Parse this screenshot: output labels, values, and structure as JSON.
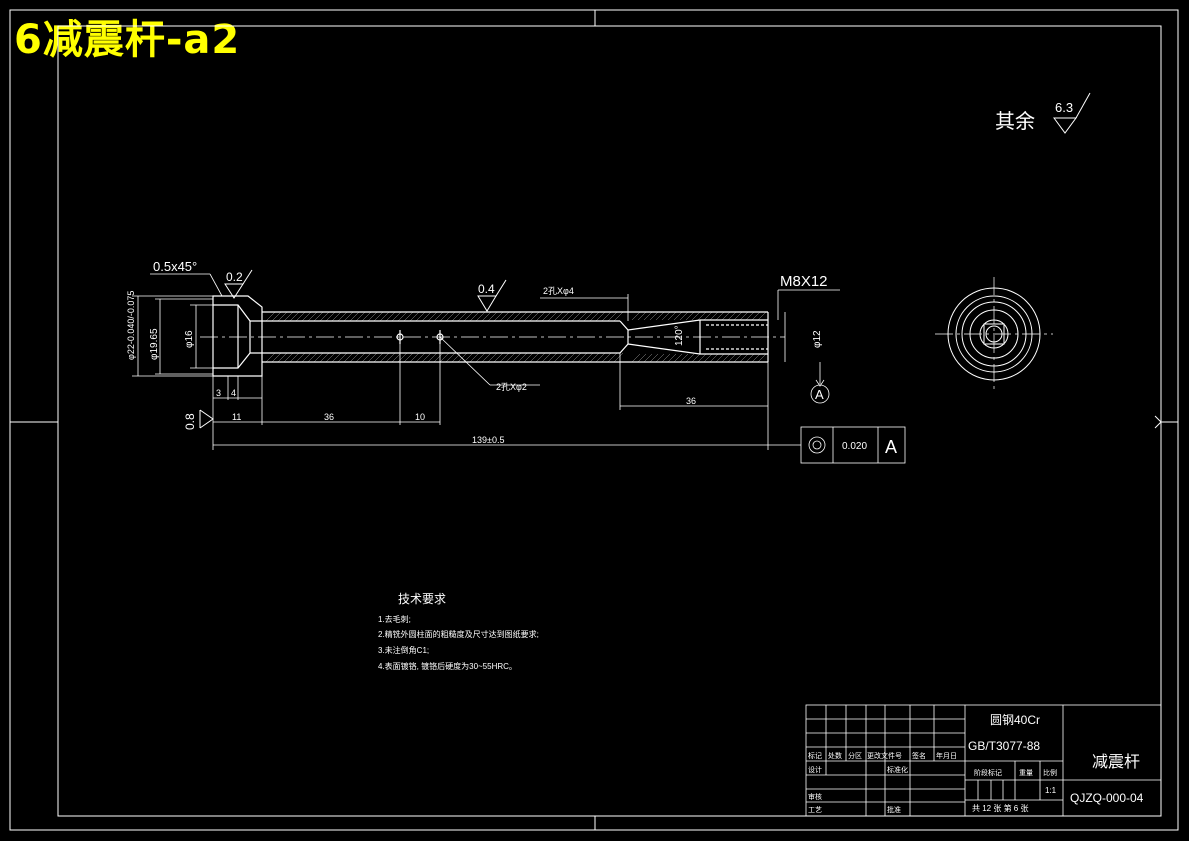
{
  "overlay_title": "6减震杆-a2",
  "surface_roughness": {
    "rest_label": "其余",
    "rest_value": "6.3"
  },
  "dimensions": {
    "chamfer": "0.5x45°",
    "roughness_top_left": "0.2",
    "roughness_mid": "0.4",
    "roughness_left": "0.8",
    "dia_outer": "φ22-0.040/-0.075",
    "dia_1965": "φ19.65",
    "dia_16": "φ16",
    "dia_12": "φ12",
    "holes_top": "2孔Xφ4",
    "holes_bottom": "2孔Xφ2",
    "angle": "120°",
    "thread": "M8X12",
    "d3": "3",
    "d4": "4",
    "d11": "11",
    "d36a": "36",
    "d10": "10",
    "d36b": "36",
    "length_total": "139±0.5",
    "datum": "A"
  },
  "tolerance_frame": {
    "symbol": "◎",
    "value": "0.020",
    "datum": "A"
  },
  "tech_requirements": {
    "title": "技术要求",
    "items": [
      "1.去毛刺;",
      "2.精铣外圆柱面的粗糙度及尺寸达到图纸要求;",
      "3.未注倒角C1;",
      "4.表面镀铬, 镀铬后硬度为30~55HRC。"
    ]
  },
  "title_block": {
    "material": "圆钢40Cr",
    "standard": "GB/T3077-88",
    "part_name": "减震杆",
    "drawing_no": "QJZQ-000-04",
    "sheet_info": "共 12 张  第 6 张",
    "scale": "1:1",
    "headers": [
      "标记",
      "处数",
      "分区",
      "更改文件号",
      "签名",
      "年月日"
    ],
    "row_design": "设计",
    "row_standard": "标准化",
    "row_review": "审核",
    "row_process": "工艺",
    "row_approve": "批准",
    "stage_label": "阶段标记",
    "weight_label": "重量",
    "scale_label": "比例"
  }
}
